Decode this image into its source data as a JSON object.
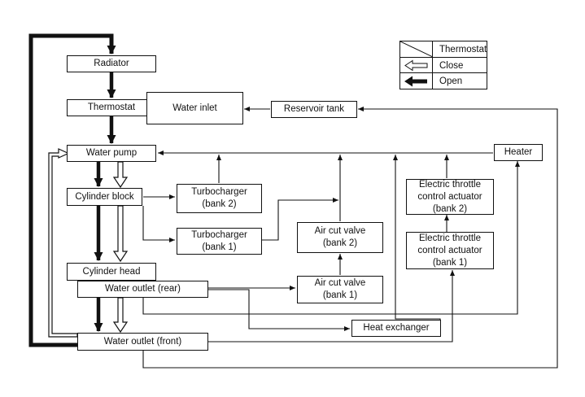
{
  "legend": {
    "thermostat": "Thermostat",
    "close": "Close",
    "open": "Open"
  },
  "components": {
    "radiator": "Radiator",
    "thermostat": "Thermostat",
    "water_inlet": "Water inlet",
    "reservoir_tank": "Reservoir tank",
    "water_pump": "Water pump",
    "heater": "Heater",
    "cylinder_block": "Cylinder block",
    "turbocharger_bank2": "Turbocharger\n(bank 2)",
    "turbocharger_bank1": "Turbocharger\n(bank 1)",
    "air_cut_valve_bank2": "Air cut valve\n(bank 2)",
    "air_cut_valve_bank1": "Air cut valve\n(bank 1)",
    "etca_bank2": "Electric throttle\ncontrol actuator\n(bank 2)",
    "etca_bank1": "Electric throttle\ncontrol actuator\n(bank 1)",
    "cylinder_head": "Cylinder head",
    "water_outlet_rear": "Water outlet (rear)",
    "heat_exchanger": "Heat exchanger",
    "water_outlet_front": "Water outlet (front)"
  }
}
